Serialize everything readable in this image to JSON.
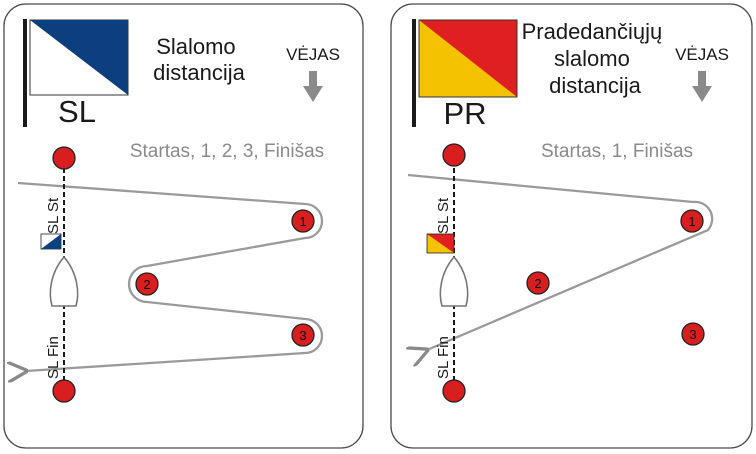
{
  "colors": {
    "card_border": "#4a4a4a",
    "mast": "#1a1a1a",
    "course_line": "#9a9a9a",
    "arrow": "#8a8a8a",
    "mark_fill": "#d81e1e",
    "mark_stroke": "#222222",
    "sl_flag_blue": "#0d3f7e",
    "pr_flag_red": "#e02020",
    "pr_flag_yellow": "#f5c200",
    "boat_stroke": "#777777"
  },
  "panels": [
    {
      "id": "sl",
      "flag_code": "SL",
      "title_lines": [
        "Slalomo",
        "distancija"
      ],
      "wind_label": "VĖJAS",
      "wind_icon": "wind-arrow-down-icon",
      "sequence": "Startas, 1, 2, 3, Finišas",
      "start_line_label": "SL St",
      "finish_line_label": "SL Fin",
      "marks": [
        "1",
        "2",
        "3"
      ]
    },
    {
      "id": "pr",
      "flag_code": "PR",
      "title_lines": [
        "Pradedančiųjų",
        "slalomo",
        "distancija"
      ],
      "wind_label": "VĖJAS",
      "wind_icon": "wind-arrow-down-icon",
      "sequence": "Startas, 1, Finišas",
      "start_line_label": "SL St",
      "finish_line_label": "SL Fin",
      "marks": [
        "1",
        "2",
        "3"
      ]
    }
  ]
}
